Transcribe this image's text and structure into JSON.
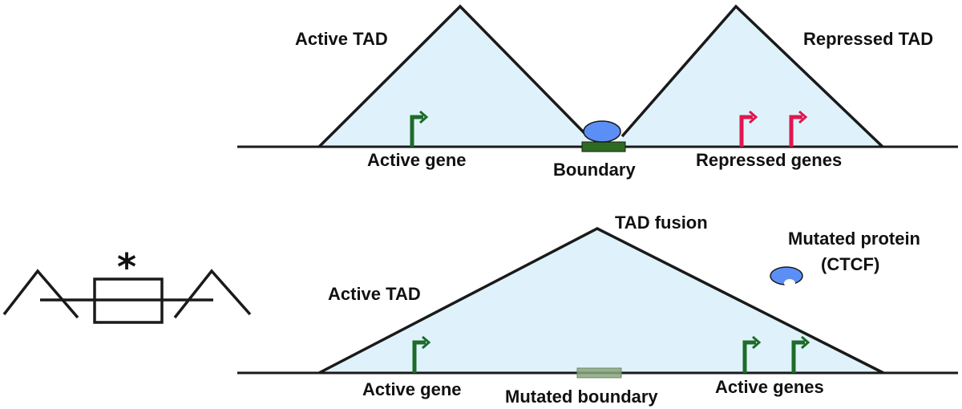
{
  "colors": {
    "tad_fill": "#dff2fb",
    "outline": "#1a1a1a",
    "active_gene": "#1d6b2a",
    "repressed_gene": "#e0174f",
    "boundary": "#2e6b22",
    "mutated_boundary": "#8aa67f",
    "ctcf": "#5b8ff5"
  },
  "top_panel": {
    "active_tad_label": "Active TAD",
    "repressed_tad_label": "Repressed TAD",
    "active_gene_label": "Active gene",
    "boundary_label": "Boundary",
    "repressed_genes_label": "Repressed genes"
  },
  "bottom_panel": {
    "tad_fusion_label": "TAD fusion",
    "active_tad_label": "Active TAD",
    "mutated_protein_label_line1": "Mutated protein",
    "mutated_protein_label_line2": "(CTCF)",
    "active_gene_label": "Active gene",
    "mutated_boundary_label": "Mutated boundary",
    "active_genes_label": "Active genes"
  },
  "legend": {
    "asterisk": "*"
  }
}
